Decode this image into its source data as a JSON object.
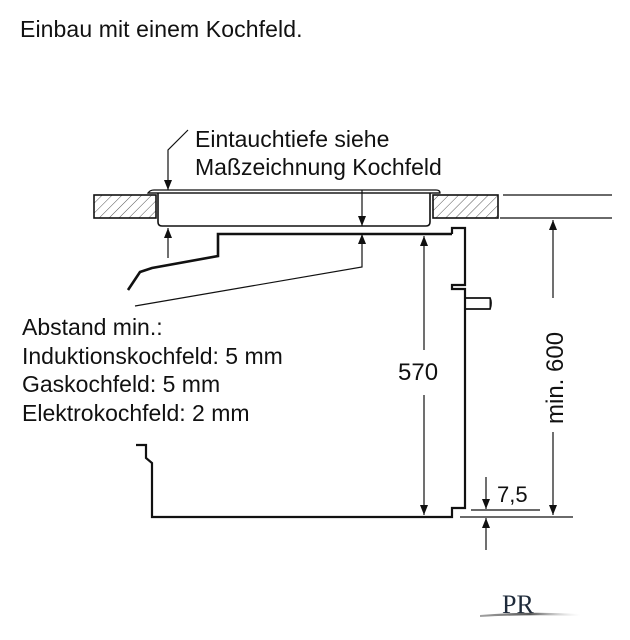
{
  "title": "Einbau mit einem Kochfeld.",
  "labels": {
    "immersion_line1": "Eintauchtiefe siehe",
    "immersion_line2": "Maßzeichnung Kochfeld",
    "distance_heading": "Abstand min.:",
    "distance_induction": "Induktionskochfeld: 5 mm",
    "distance_gas": "Gaskochfeld: 5 mm",
    "distance_electric": "Elektrokochfeld: 2 mm"
  },
  "dimensions": {
    "oven_height": "570",
    "niche_height": "min. 600",
    "bottom_offset": "7,5"
  },
  "logo": {
    "text": "PR"
  },
  "colors": {
    "line": "#111111",
    "hatch": "#444444",
    "background": "#ffffff"
  }
}
